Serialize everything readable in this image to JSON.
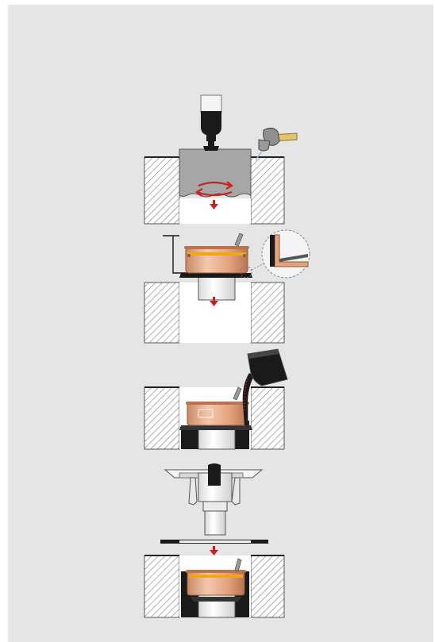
{
  "figure": {
    "background": "#e5e5e5",
    "colors": {
      "arrow": "#cc1f1f",
      "copper": "#e4a27e",
      "copper_dark": "#b9744f",
      "seal": "#f2a516",
      "hatch": "#7a7a7a",
      "black": "#1a1a1a",
      "core_gray": "#a6a6a6"
    },
    "steps": [
      {
        "id": "core-drilling",
        "icons": [
          "core-drill-icon",
          "water-tap-icon",
          "rotation-arrows-icon",
          "down-arrow-icon"
        ]
      },
      {
        "id": "insert-drain",
        "icons": [
          "drain-body-icon",
          "detail-magnifier-icon",
          "down-arrow-icon"
        ]
      },
      {
        "id": "pour-grout",
        "icons": [
          "pouring-bucket-icon",
          "drain-body-icon"
        ]
      },
      {
        "id": "drain-top-assembly",
        "icons": [
          "drain-top-icon"
        ]
      },
      {
        "id": "install-top",
        "icons": [
          "gasket-ring-icon",
          "down-arrow-icon",
          "drain-body-icon"
        ]
      }
    ]
  }
}
